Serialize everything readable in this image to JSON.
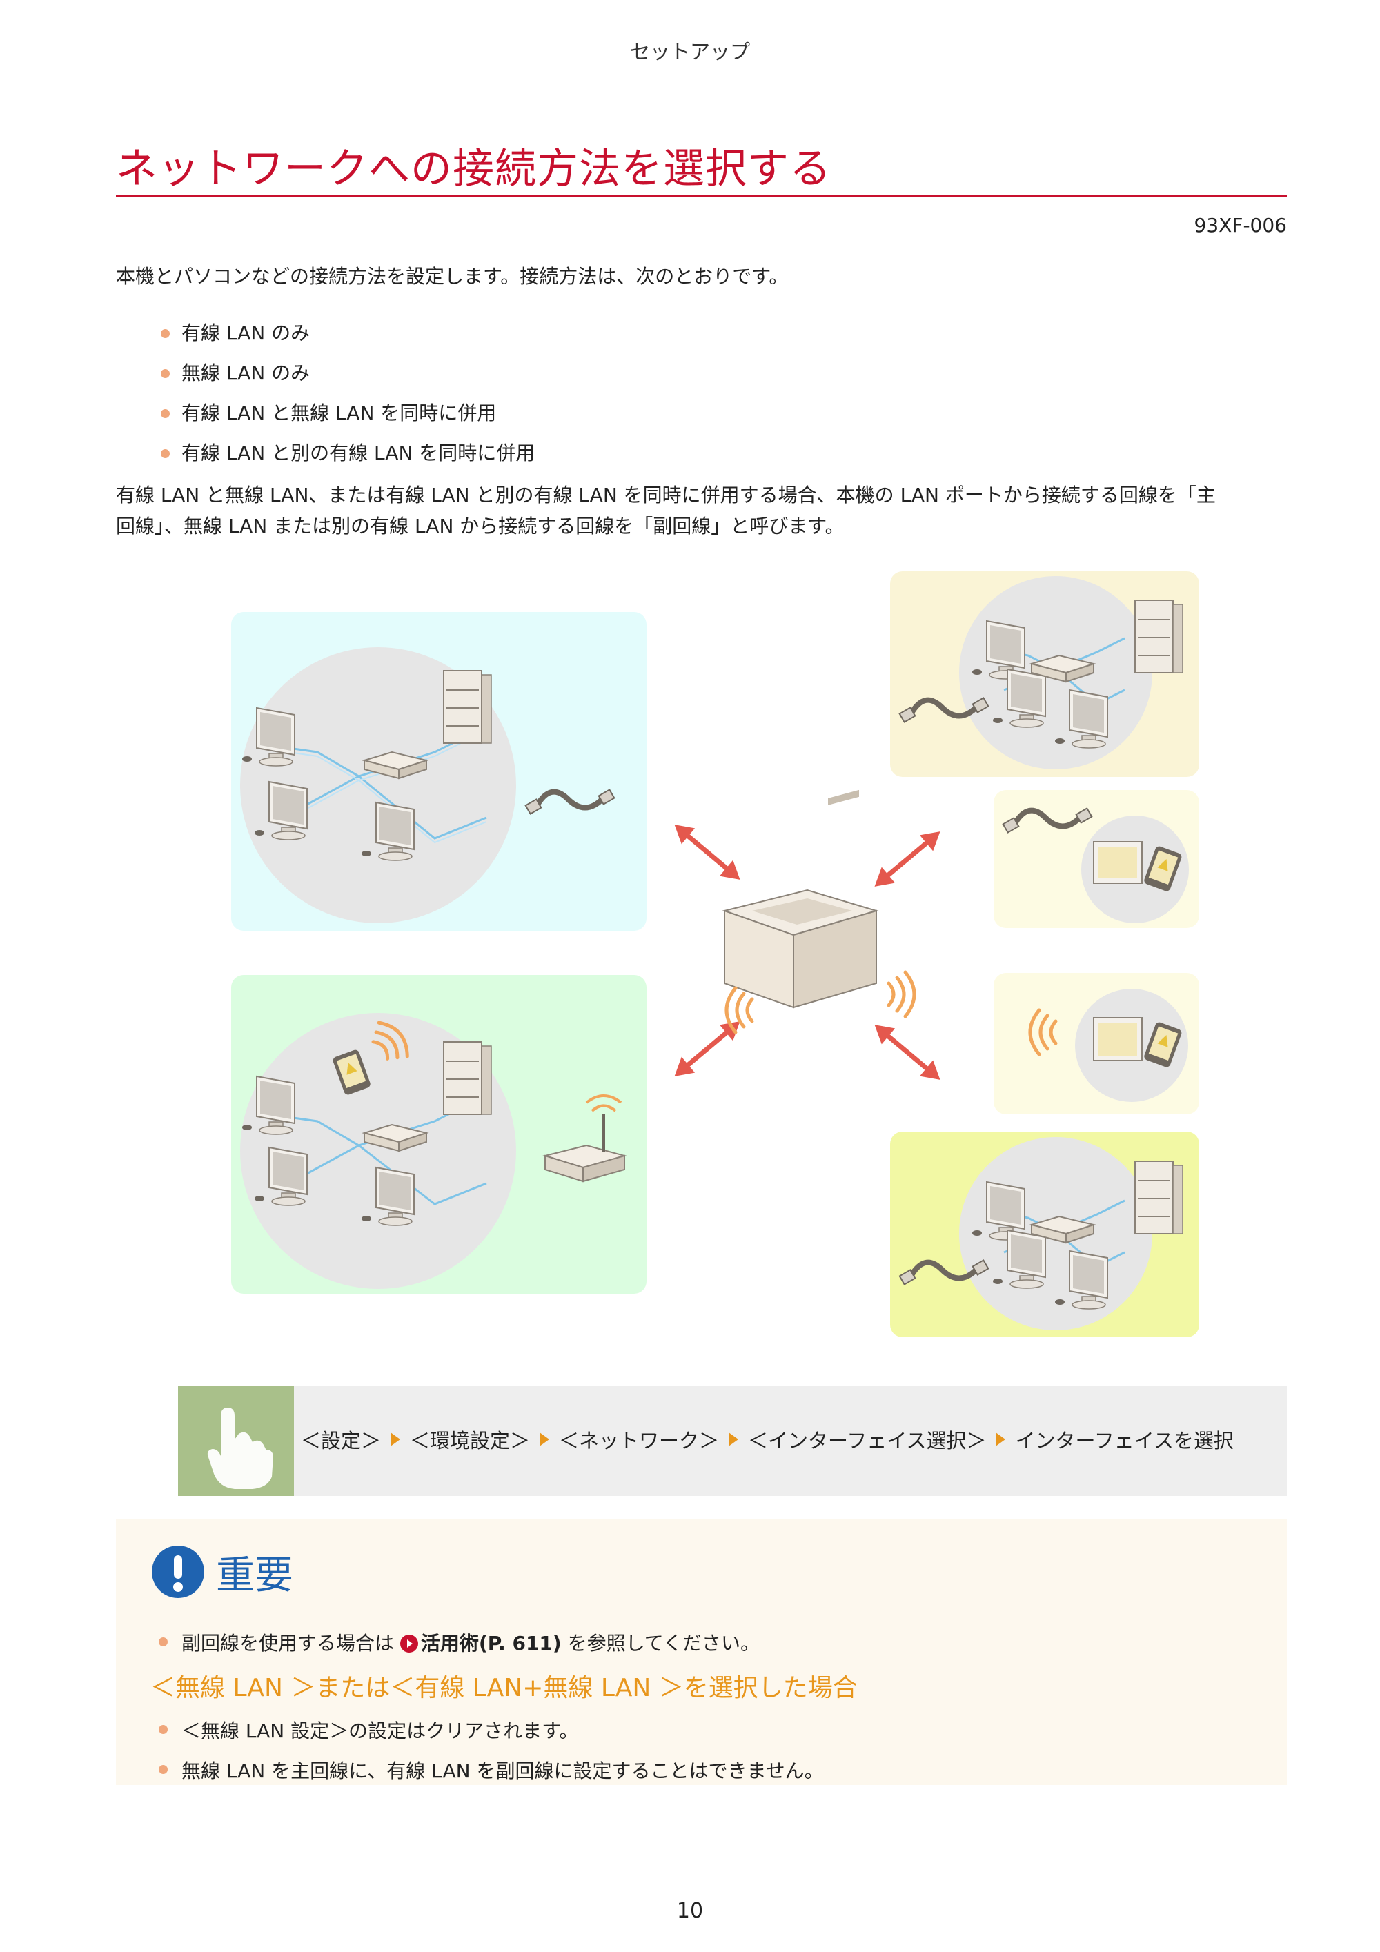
{
  "header": {
    "section": "セットアップ"
  },
  "title": "ネットワークへの接続方法を選択する",
  "doc_id": "93XF-006",
  "intro": "本機とパソコンなどの接続方法を設定します。接続方法は、次のとおりです。",
  "bullets": [
    "有線 LAN のみ",
    "無線 LAN のみ",
    "有線 LAN と無線 LAN を同時に併用",
    "有線 LAN と別の有線 LAN を同時に併用"
  ],
  "paragraph_line1": "有線 LAN と無線 LAN、または有線 LAN と別の有線 LAN を同時に併用する場合、本機の LAN ポートから接続する回線を「主",
  "paragraph_line2": "回線」、無線 LAN または別の有線 LAN から接続する回線を「副回線」と呼びます。",
  "procedure": {
    "steps": [
      "＜設定＞",
      "＜環境設定＞",
      "＜ネットワーク＞",
      "＜インターフェイス選択＞",
      "インターフェイスを選択"
    ]
  },
  "important": {
    "title": "重要",
    "item1_prefix": "副回線を使用する場合は ",
    "item1_link": "活用術(P. 611)",
    "item1_suffix": " を参照してください。",
    "subheading": "＜無線 LAN ＞または＜有線 LAN+無線 LAN ＞を選択した場合",
    "item2": "＜無線 LAN 設定＞の設定はクリアされます。",
    "item3": "無線 LAN を主回線に、有線 LAN を副回線に設定することはできません。"
  },
  "page_number": "10",
  "colors": {
    "title_red": "#c8102e",
    "accent_orange": "#e8961c",
    "important_blue": "#1f63b0",
    "bullet_dot": "#f0a67a"
  }
}
